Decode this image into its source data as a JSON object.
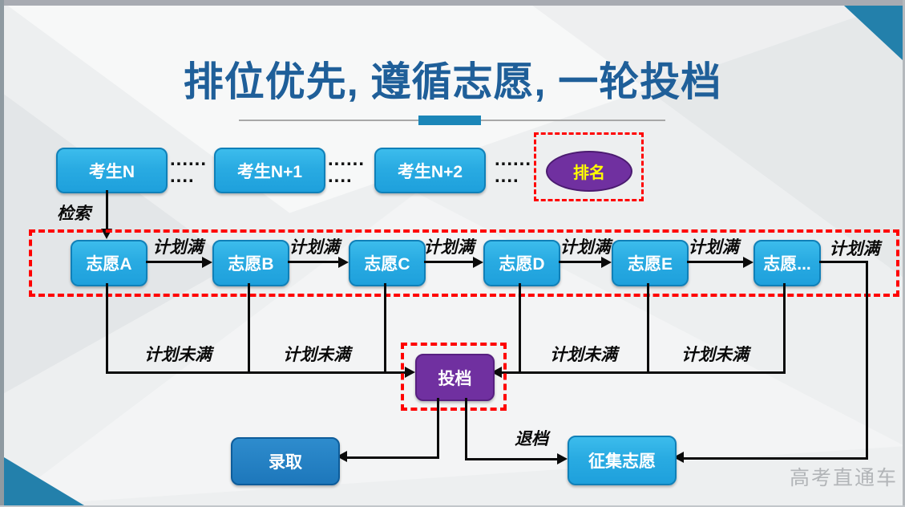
{
  "title": "排位优先, 遵循志愿, 一轮投档",
  "watermark": "高考直通车",
  "top_row": {
    "students": [
      "考生N",
      "考生N+1",
      "考生N+2"
    ],
    "dots_top": "......",
    "dots_bottom": "....",
    "ranking": "排名"
  },
  "labels": {
    "retrieve": "检索",
    "plan_full": "计划满",
    "plan_not_full": "计划未满",
    "withdraw": "退档"
  },
  "choices": [
    "志愿A",
    "志愿B",
    "志愿C",
    "志愿D",
    "志愿E",
    "志愿..."
  ],
  "nodes": {
    "file": "投档",
    "admit": "录取",
    "collect": "征集志愿"
  },
  "colors": {
    "cyan_box": "#29abe2",
    "dark_blue_box": "#1d77bb",
    "purple": "#7030a0",
    "red_dash": "#ff0000",
    "title_blue": "#1f5f99",
    "accent_bar": "#1b86b8",
    "corner_teal": "#2380ab",
    "rank_text": "#ffff00"
  }
}
